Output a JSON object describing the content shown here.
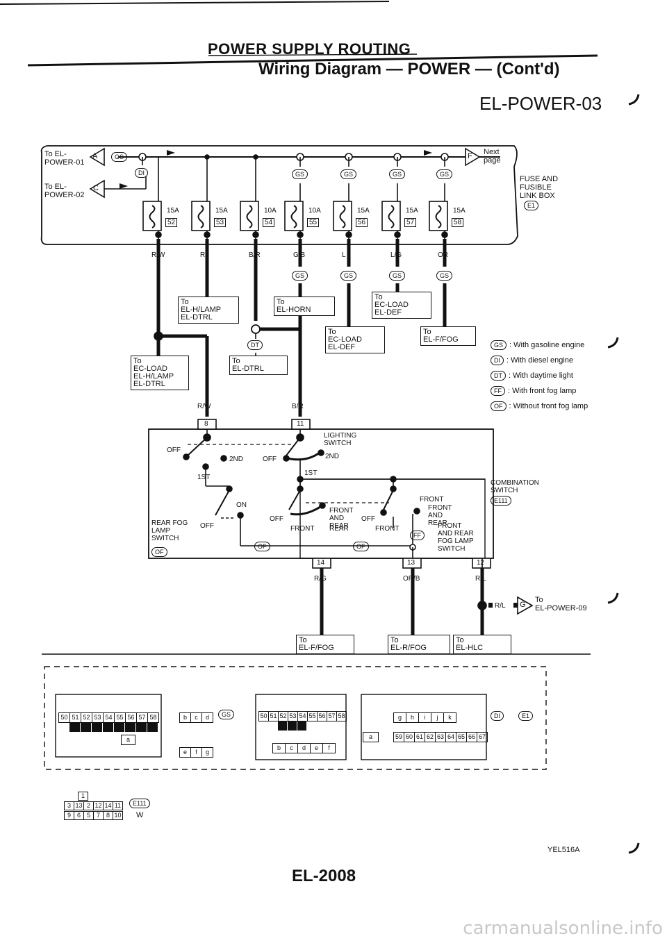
{
  "header": {
    "section_title": "POWER SUPPLY ROUTING",
    "diagram_title": "Wiring Diagram — POWER — (Cont'd)",
    "page_id": "EL-POWER-03"
  },
  "fuse_box": {
    "title": "FUSE AND\nFUSIBLE\nLINK BOX",
    "connector": "E1",
    "from_1": "To EL-\nPOWER-01",
    "from_1_tag": "A",
    "from_2": "To EL-\nPOWER-02",
    "from_2_tag": "C",
    "next_page": "Next\npage",
    "next_tag": "F",
    "fuses": [
      {
        "amp": "15A",
        "num": "52"
      },
      {
        "amp": "15A",
        "num": "53"
      },
      {
        "amp": "10A",
        "num": "54"
      },
      {
        "amp": "10A",
        "num": "55"
      },
      {
        "amp": "15A",
        "num": "56"
      },
      {
        "amp": "15A",
        "num": "57"
      },
      {
        "amp": "15A",
        "num": "58"
      }
    ]
  },
  "wires": [
    "R/W",
    "R",
    "B/R",
    "G/B",
    "L",
    "L/G",
    "OR"
  ],
  "destinations": {
    "hlamp": "To\nEL-H/LAMP\nEL-DTRL",
    "horn": "To\nEL-HORN",
    "ecload_def_1": "To\nEC-LOAD\nEL-DEF",
    "ecload_def_2": "To\nEC-LOAD\nEL-DEF",
    "ffog": "To\nEL-F/FOG",
    "ecload_hlamp": "To\nEC-LOAD\nEL-H/LAMP\nEL-DTRL",
    "dtrl": "To\nEL-DTRL",
    "ffog_2": "To\nEL-F/FOG",
    "rfog": "To\nEL-R/FOG",
    "hlc": "To\nEL-HLC",
    "power09": "To\nEL-POWER-09"
  },
  "tags": {
    "gs": "GS",
    "di": "DI",
    "dt": "DT",
    "ff": "FF",
    "of": "OF",
    "g": "G",
    "e1": "E1",
    "e111": "E111"
  },
  "legend": [
    {
      "tag": "GS",
      "text": ": With gasoline engine"
    },
    {
      "tag": "DI",
      "text": ": With diesel engine"
    },
    {
      "tag": "DT",
      "text": ": With daytime light"
    },
    {
      "tag": "FF",
      "text": ": With front fog lamp"
    },
    {
      "tag": "OF",
      "text": ": Without front fog lamp"
    }
  ],
  "switch": {
    "lighting": "LIGHTING\nSWITCH",
    "combination": "COMBINATION\nSWITCH",
    "connector": "E111",
    "rear_fog": "REAR FOG\nLAMP\nSWITCH",
    "front_fog": "FRONT\nAND REAR\nFOG LAMP\nSWITCH",
    "front_and_rear": "FRONT\nAND\nREAR",
    "front_and_rear_2": "FRONT\nAND\nREAR",
    "off": "OFF",
    "second": "2ND",
    "first": "1ST",
    "on": "ON",
    "front": "FRONT",
    "rear": "REAR",
    "pins_top": [
      "8",
      "11"
    ],
    "pins_bottom": [
      "14",
      "13",
      "12"
    ],
    "wire_bottom": [
      "R/G",
      "OR/B",
      "R/L"
    ],
    "wire_right": "R/L",
    "wire_left": "R/W",
    "wire_mid": "B/R"
  },
  "connectors": {
    "row_a": [
      "50",
      "51",
      "52",
      "53",
      "54",
      "55",
      "56",
      "57",
      "58"
    ],
    "row_b": [
      "59",
      "60",
      "61",
      "62",
      "63",
      "64",
      "65",
      "66",
      "67"
    ],
    "bcd": [
      "b",
      "c",
      "d"
    ],
    "efg": [
      "e",
      "f",
      "g"
    ],
    "bcdef": [
      "b",
      "c",
      "d",
      "e",
      "f"
    ],
    "ghijk": [
      "g",
      "h",
      "i",
      "j",
      "k"
    ],
    "a_label": "a",
    "e111_top": [
      "1"
    ],
    "e111_row1": [
      "3",
      "13",
      "2",
      "12",
      "14",
      "11"
    ],
    "e111_row2": [
      "9",
      "6",
      "5",
      "7",
      "8",
      "10"
    ],
    "e111_color": "W"
  },
  "footer": {
    "code": "YEL516A",
    "page": "EL-2008",
    "watermark": "carmanualsonline.info"
  }
}
